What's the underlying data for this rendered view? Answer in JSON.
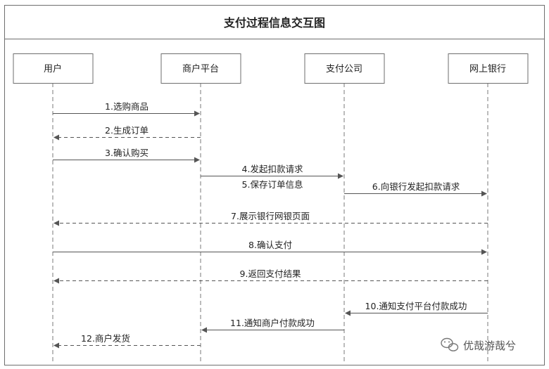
{
  "title": "支付过程信息交互图",
  "participants": [
    {
      "id": "user",
      "label": "用户"
    },
    {
      "id": "merchant",
      "label": "商户平台"
    },
    {
      "id": "payco",
      "label": "支付公司"
    },
    {
      "id": "bank",
      "label": "网上银行"
    }
  ],
  "messages": [
    {
      "label": "1.选购商品",
      "from": "user",
      "to": "merchant",
      "style": "solid"
    },
    {
      "label": "2.生成订单",
      "from": "merchant",
      "to": "user",
      "style": "dashed"
    },
    {
      "label": "3.确认购买",
      "from": "user",
      "to": "merchant",
      "style": "solid"
    },
    {
      "label": "4.发起扣款请求",
      "from": "merchant",
      "to": "payco",
      "style": "solid"
    },
    {
      "label": "5.保存订单信息",
      "from": "merchant",
      "to": "payco",
      "style": "none"
    },
    {
      "label": "6.向银行发起扣款请求",
      "from": "payco",
      "to": "bank",
      "style": "solid"
    },
    {
      "label": "7.展示银行网银页面",
      "from": "bank",
      "to": "user",
      "style": "dashed"
    },
    {
      "label": "8.确认支付",
      "from": "user",
      "to": "bank",
      "style": "solid"
    },
    {
      "label": "9.返回支付结果",
      "from": "bank",
      "to": "user",
      "style": "dashed"
    },
    {
      "label": "10.通知支付平台付款成功",
      "from": "bank",
      "to": "payco",
      "style": "solid"
    },
    {
      "label": "11.通知商户付款成功",
      "from": "payco",
      "to": "merchant",
      "style": "solid"
    },
    {
      "label": "12.商户发货",
      "from": "merchant",
      "to": "user",
      "style": "dashed"
    }
  ],
  "watermark": {
    "text": "优哉游哉兮",
    "icon": "wechat-icon"
  }
}
